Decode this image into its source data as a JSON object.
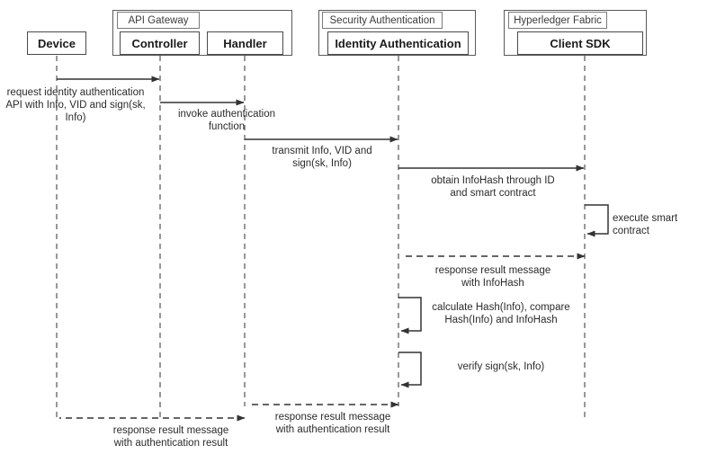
{
  "diagram": {
    "title": "Identity Authentication Sequence Diagram",
    "type": "sequence-diagram",
    "colors": {
      "background": "#ffffff",
      "line": "#4a4a4a",
      "lifeline": "#6b6b6b",
      "text": "#2b2b2b",
      "group_border": "#5a5a5a"
    }
  },
  "groups": [
    {
      "label": "API Gateway"
    },
    {
      "label": "Security Authentication"
    },
    {
      "label": "Hyperledger Fabric"
    }
  ],
  "participants": [
    {
      "label": "Device"
    },
    {
      "label": "Controller"
    },
    {
      "label": "Handler"
    },
    {
      "label": "Identity Authentication"
    },
    {
      "label": "Client SDK"
    }
  ],
  "messages": [
    {
      "id": "m1",
      "from": "Device",
      "to": "Controller",
      "kind": "call",
      "label": "request identity authentication\nAPI with Info, VID and sign(sk,\nInfo)"
    },
    {
      "id": "m2",
      "from": "Controller",
      "to": "Handler",
      "kind": "call",
      "label": "invoke authentication\nfunction"
    },
    {
      "id": "m3",
      "from": "Handler",
      "to": "Identity Authentication",
      "kind": "call",
      "label": "transmit Info, VID and\nsign(sk, Info)"
    },
    {
      "id": "m4",
      "from": "Identity Authentication",
      "to": "Client SDK",
      "kind": "call",
      "label": "obtain InfoHash through ID\nand smart contract"
    },
    {
      "id": "m5",
      "from": "Client SDK",
      "to": "Client SDK",
      "kind": "self",
      "label": "execute smart contract"
    },
    {
      "id": "m6",
      "from": "Client SDK",
      "to": "Identity Authentication",
      "kind": "return",
      "label": "response result message\nwith InfoHash"
    },
    {
      "id": "m7",
      "from": "Identity Authentication",
      "to": "Identity Authentication",
      "kind": "self",
      "label": "calculate Hash(Info), compare\nHash(Info) and InfoHash"
    },
    {
      "id": "m8",
      "from": "Identity Authentication",
      "to": "Identity Authentication",
      "kind": "self",
      "label": "verify sign(sk, Info)"
    },
    {
      "id": "m9",
      "from": "Identity Authentication",
      "to": "Handler",
      "kind": "return",
      "label": "response result message\nwith authentication result"
    },
    {
      "id": "m10",
      "from": "Handler",
      "to": "Device",
      "kind": "return",
      "label": "response result message\nwith authentication result"
    }
  ]
}
